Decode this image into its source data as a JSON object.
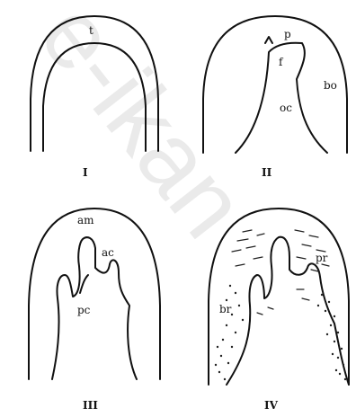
{
  "watermark": "e-ikan",
  "panels": [
    {
      "numeral": "I",
      "labels": [
        "t"
      ]
    },
    {
      "numeral": "II",
      "labels": [
        "p",
        "f",
        "oc",
        "bo"
      ]
    },
    {
      "numeral": "III",
      "labels": [
        "am",
        "ac",
        "pc"
      ]
    },
    {
      "numeral": "IV",
      "labels": [
        "pr",
        "br"
      ]
    }
  ]
}
